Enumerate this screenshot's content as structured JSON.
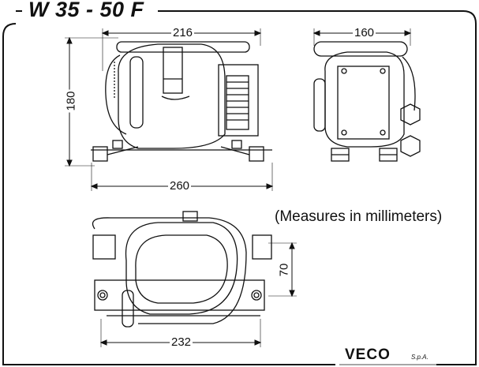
{
  "title": "W 35 - 50 F",
  "dimensions": {
    "front_top_width": "216",
    "front_height": "180",
    "front_base_width": "260",
    "side_width": "160",
    "top_view_depth": "70",
    "top_view_width": "232"
  },
  "note": "(Measures in millimeters)",
  "brand": {
    "name": "VECO",
    "suffix": "S.p.A."
  },
  "colors": {
    "line": "#111111",
    "background": "#ffffff"
  }
}
